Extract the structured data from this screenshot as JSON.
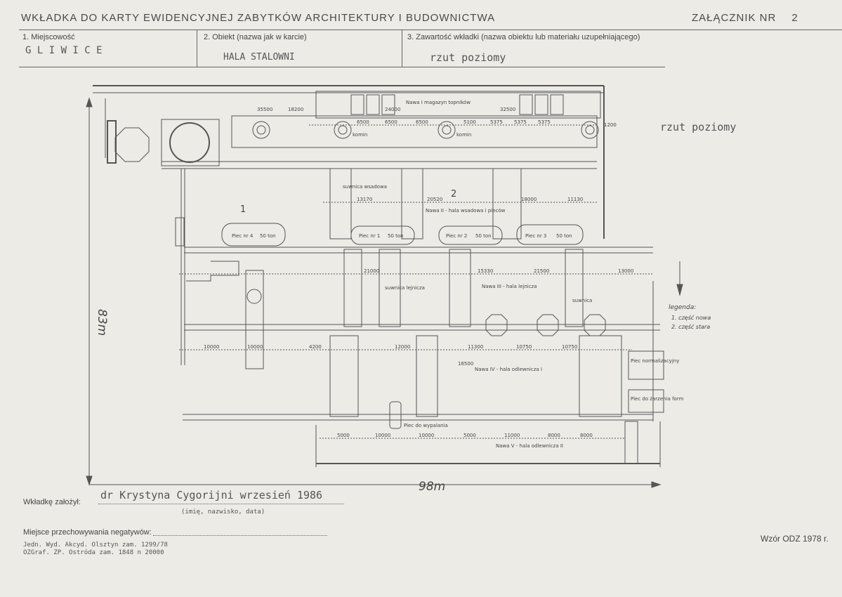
{
  "header": {
    "title": "WKŁADKA DO KARTY EWIDENCYJNEJ ZABYTKÓW ARCHITEKTURY I BUDOWNICTWA",
    "annex_label": "ZAŁĄCZNIK NR",
    "annex_number": "2"
  },
  "fields": {
    "locality_label": "1. Miejscowość",
    "locality_value": "G L I W I C E",
    "object_label": "2. Obiekt (nazwa jak w karcie)",
    "object_value": "HALA STALOWNI",
    "content_label": "3. Zawartość wkładki (nazwa obiektu lub materiału uzupełniającego)",
    "content_value": "rzut poziomy"
  },
  "drawing": {
    "side_label": "rzut poziomy",
    "height_dim": "83m",
    "width_dim": "98m",
    "marker_1": "1",
    "marker_2": "2",
    "legend_title": "legenda:",
    "legend_1": "1. część nowa",
    "legend_2": "2. część stara",
    "nave_1": "Nawa I magazyn topników",
    "nave_2": "Nawa II - hala wsadowa i pieców",
    "nave_3": "Nawa III - hala lejnicza",
    "nave_4": "Nawa IV - hala odlewnicza I",
    "nave_5": "Nawa V - hala odlewnicza II",
    "furnace_1": "Piec nr 1",
    "furnace_2": "Piec nr 2",
    "furnace_3": "Piec nr 3",
    "furnace_capacity": "50 ton",
    "furnace_old": "Piec nr 4",
    "furnace_old_capacity": "50 ton",
    "normalization_furnace": "Piec normalizacyjny",
    "annealing_furnace": "Piec do żarzenia form",
    "mould_furnace": "Piec do wypalania",
    "crane": "suwnica",
    "crane_pouring": "suwnica lejnicza",
    "crane_charging": "suwnica wsadowa",
    "chimney": "komin",
    "dims_top": [
      "6500",
      "6500",
      "6500",
      "5100",
      "5375",
      "5375",
      "5375"
    ],
    "dims_row3": [
      "13170",
      "20520",
      "18000",
      "11130"
    ],
    "dims_row4": [
      "21000",
      "15330",
      "21500",
      "13000"
    ],
    "dims_row5": [
      "10000",
      "10000",
      "4200",
      "12000",
      "11300",
      "10750",
      "10750"
    ],
    "dims_row6": [
      "5000",
      "10000",
      "10000",
      "5000",
      "11000",
      "8000",
      "8000"
    ],
    "dims_misc": [
      "18200",
      "32500",
      "35500",
      "24000",
      "16500",
      "1200"
    ]
  },
  "footer": {
    "author_label": "Wkładkę założył:",
    "author_value": "dr  Krystyna Cygorijni wrzesień 1986",
    "author_hint": "(imię, nazwisko, data)",
    "negatives_label": "Miejsce przechowywania negatywów:",
    "print_line_1": "Jedn. Wyd. Akcyd. Olsztyn zam. 1299/78",
    "print_line_2": "OZGraf. ZP. Ostróda zam. 1848 n 20000",
    "form_code": "Wzór ODZ 1978 r."
  }
}
